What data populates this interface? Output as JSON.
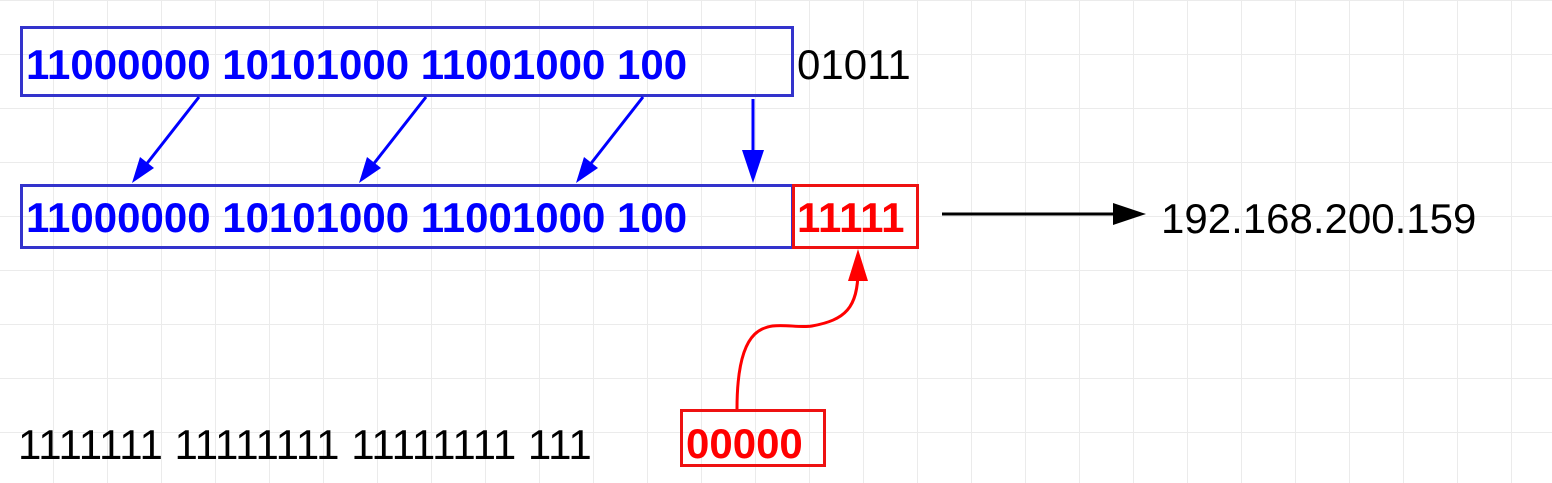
{
  "row1": {
    "masked_bits": "11000000 10101000 11001000 100",
    "host_bits": "01011"
  },
  "row2": {
    "network_bits": "11000000 10101000 11001000 100",
    "broadcast_bits": "11111",
    "result": "192.168.200.159"
  },
  "row3": {
    "mask_bits": "1111111 11111111 11111111 111",
    "zero_bits": "00000"
  },
  "colors": {
    "blue": "#0000ff",
    "red": "#ff0000",
    "box_blue": "#3333cc",
    "black": "#000000"
  }
}
